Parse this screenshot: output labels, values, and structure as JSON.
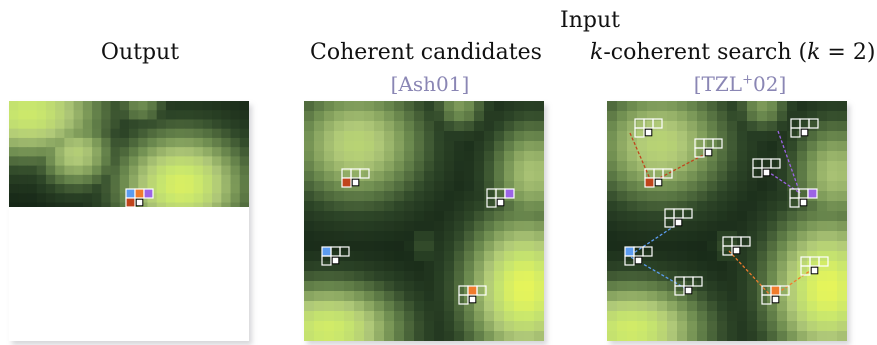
{
  "header": {
    "input_label": "Input",
    "output_label": "Output",
    "coherent_label": "Coherent candidates",
    "coherent_cite": "Ash01",
    "ksearch_k": "k",
    "ksearch_rest": "-coherent search (",
    "ksearch_k2": "k",
    "ksearch_tail": " = 2)",
    "ksearch_cite_a": "TZL",
    "ksearch_cite_sup": "+",
    "ksearch_cite_b": "02"
  },
  "colors": {
    "blue": "#5c9cf0",
    "orange": "#f07b2c",
    "purple": "#9c64e6",
    "rust": "#c0441c",
    "cell_outline": "#ffffff"
  }
}
